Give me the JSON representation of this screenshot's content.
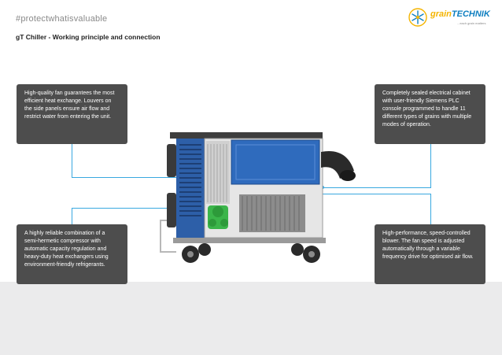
{
  "hashtag": "#protectwhatisvaluable",
  "title": "gT Chiller - Working principle and connection",
  "logo": {
    "grain": "grain",
    "technik": "TECHNIK",
    "tagline": "...each grain matters"
  },
  "callouts": {
    "fan": "High-quality fan guarantees the most efficient heat exchange. Louvers on the side panels ensure air flow and restrict water from entering the unit.",
    "cabinet": "Completely sealed electrical cabinet with user-friendly Siemens PLC console programmed to handle 11 different types of grains with multiple modes of operation.",
    "compressor": "A highly reliable combination of a semi-hermetic compressor with automatic capacity regulation and heavy-duty heat exchangers using environment-friendly refrigerants.",
    "blower": "High-performance, speed-controlled blower. The fan speed is adjusted automatically through a variable frequency drive for optimised air flow."
  },
  "colors": {
    "accent": "#39a8e0",
    "callout_bg": "#4d4d4d",
    "logo_yellow": "#f4b400",
    "logo_blue": "#0f7fc0"
  },
  "icons": [
    "snowflake-logo-icon"
  ]
}
